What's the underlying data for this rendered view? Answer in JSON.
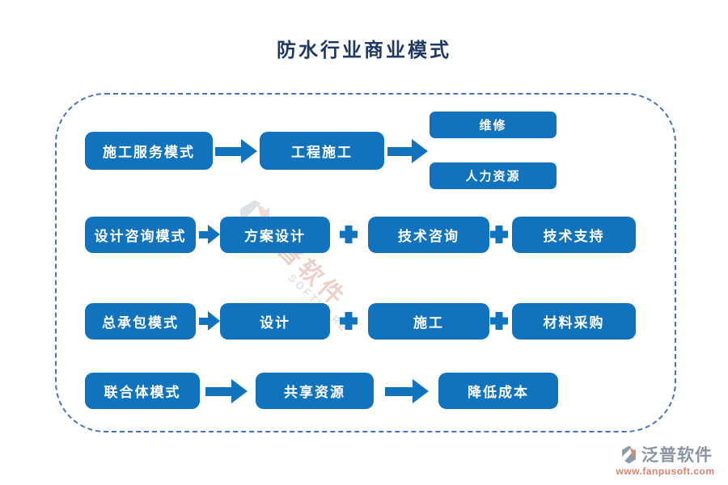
{
  "title": "防水行业商业模式",
  "colors": {
    "node_blue": "#1173BD",
    "title_navy": "#1F3864",
    "frame_dash_blue": "#4472C4",
    "brand_gray": "#8B95A4",
    "brand_url_salmon": "#D9816C"
  },
  "diagram": {
    "rows": [
      {
        "model": "施工服务模式",
        "step": "工程施工",
        "outputs": [
          "维修",
          "人力资源"
        ]
      },
      {
        "model": "设计咨询模式",
        "steps": [
          "方案设计",
          "技术咨询",
          "技术支持"
        ]
      },
      {
        "model": "总承包模式",
        "steps": [
          "设计",
          "施工",
          "材料采购"
        ]
      },
      {
        "model": "联合体模式",
        "step": "共享资源",
        "result": "降低成本"
      }
    ]
  },
  "watermark": {
    "brand": "泛普软件",
    "subtext": "SOFTWARE"
  },
  "footer": {
    "brand": "泛普软件",
    "url": "www.fanpusoft.com"
  }
}
